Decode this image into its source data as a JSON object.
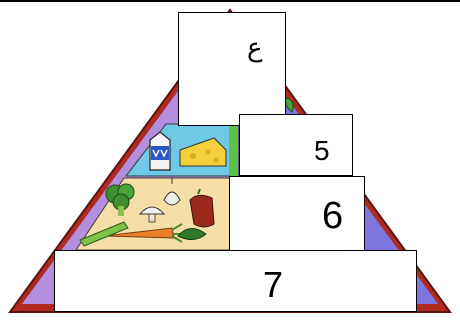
{
  "diagram": {
    "labels": {
      "level_1": "ﻉ",
      "level_2": "5",
      "level_3": "6",
      "level_4": "7"
    },
    "icons": [
      "milk-carton-icon",
      "cheese-icon",
      "broccoli-icon",
      "mushroom-icon",
      "garlic-icon",
      "pepper-icon",
      "carrot-icon",
      "celery-icon",
      "leaf-icon"
    ],
    "colors": {
      "outline": "#b02a1f",
      "left_side": "#b48fe0",
      "right_side": "#7f76e0",
      "dairy_band": "#6ec8e6",
      "vegetable_band": "#f5dfa6",
      "green_strip": "#5fc14a"
    }
  }
}
